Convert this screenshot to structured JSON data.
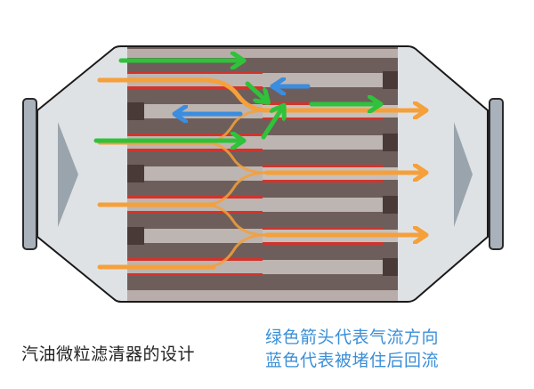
{
  "title": "汽油微粒滤清器的设计",
  "legend": {
    "line1": "绿色箭头代表气流方向",
    "line2": "蓝色代表被堵住后回流"
  },
  "colors": {
    "housing_fill": "#dfe2e5",
    "housing_stroke": "#1a1a1a",
    "flange_fill": "#a9b2ba",
    "inlet_triangle": "#9aa4ad",
    "wall_dark": "#6e5e5b",
    "channel_light": "#bdb5b2",
    "plug": "#4a3a37",
    "soot_red": "#d2342c",
    "flow_orange": "#f5a03a",
    "arrow_green": "#2fc23a",
    "arrow_blue": "#3a8de0"
  },
  "diagram": {
    "components": [
      "left-flange",
      "inlet-cone",
      "filter-core",
      "outlet-cone",
      "right-flange"
    ],
    "arrows": {
      "green": 6,
      "blue": 2,
      "orange_outlet": 3
    }
  }
}
